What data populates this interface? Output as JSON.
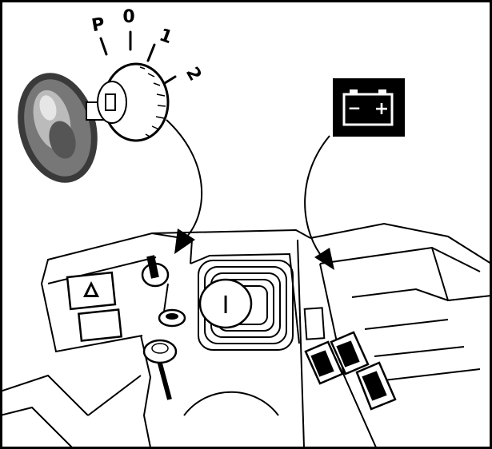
{
  "ignition": {
    "positions": [
      "P",
      "0",
      "1",
      "2"
    ]
  },
  "battery_symbol": {
    "minus": "−",
    "plus": "+"
  },
  "gear_knob": {
    "label": "I"
  },
  "colors": {
    "ink": "#000000",
    "paper": "#ffffff"
  }
}
